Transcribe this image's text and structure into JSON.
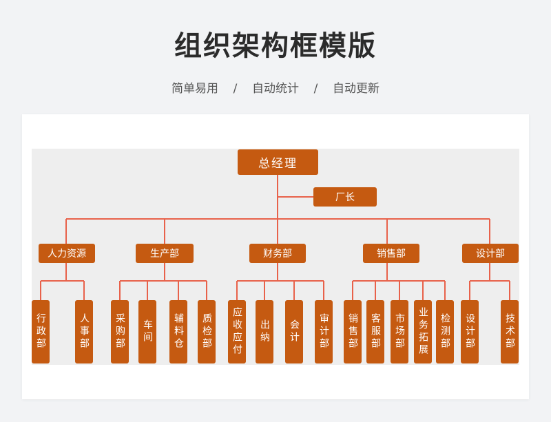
{
  "header": {
    "title": "组织架构框模版",
    "subtitle": "简单易用    /    自动统计    /    自动更新"
  },
  "colors": {
    "box": "#c55a11",
    "line": "#e8614a",
    "chart_bg": "#eeeeee"
  },
  "org": {
    "top": "总经理",
    "assistant": "厂长",
    "departments": [
      {
        "name": "人力资源",
        "teams": [
          "行政部",
          "人事部"
        ]
      },
      {
        "name": "生产部",
        "teams": [
          "采购部",
          "车间",
          "辅料仓",
          "质检部"
        ]
      },
      {
        "name": "财务部",
        "teams": [
          "应收应付",
          "出纳",
          "会计",
          "审计部"
        ]
      },
      {
        "name": "销售部",
        "teams": [
          "销售部",
          "客服部",
          "市场部",
          "业务拓展",
          "检测部"
        ]
      },
      {
        "name": "设计部",
        "teams": [
          "设计部",
          "技术部"
        ]
      }
    ]
  }
}
